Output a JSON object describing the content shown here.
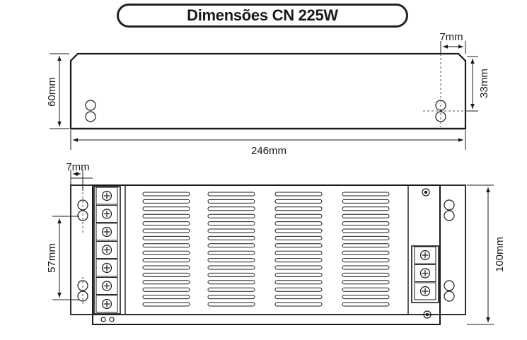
{
  "title": "Dimensões CN 225W",
  "dimensions": {
    "side_height": "60mm",
    "side_hole_offset": "7mm",
    "side_hole_height": "33mm",
    "length": "246mm",
    "top_hole_offset": "7mm",
    "top_hole_spacing": "57mm",
    "width": "100mm"
  },
  "components": {
    "left_terminals": 7,
    "right_terminals": 3,
    "vent_columns": 4,
    "vent_slots_per_column": 16
  },
  "colors": {
    "line": "#1a1a1a",
    "dash": "#555555",
    "background": "#ffffff"
  }
}
